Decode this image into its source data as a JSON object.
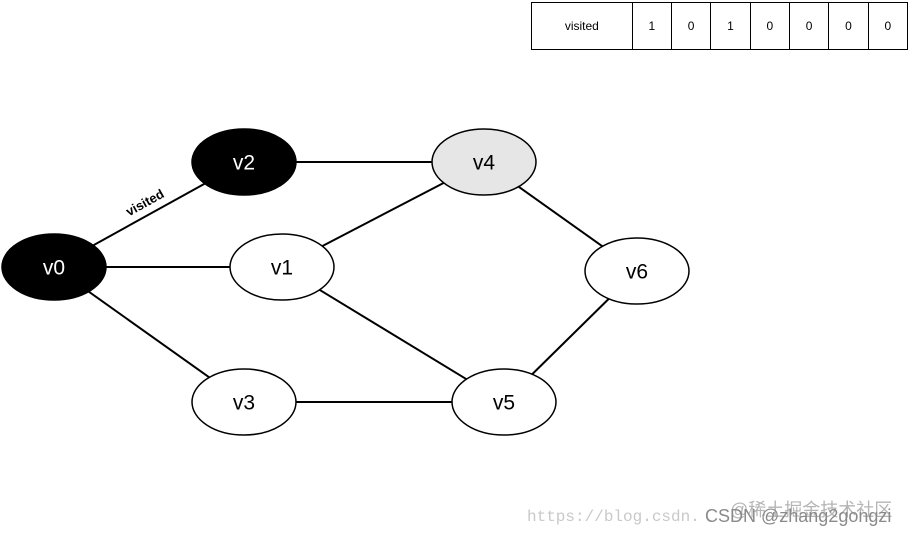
{
  "visited_table": {
    "label": "visited",
    "values": [
      "1",
      "0",
      "1",
      "0",
      "0",
      "0",
      "0"
    ]
  },
  "graph": {
    "nodes": [
      {
        "id": "v0",
        "label": "v0",
        "fill": "#000000",
        "text_color": "#ffffff"
      },
      {
        "id": "v1",
        "label": "v1",
        "fill": "#ffffff",
        "text_color": "#000000"
      },
      {
        "id": "v2",
        "label": "v2",
        "fill": "#000000",
        "text_color": "#ffffff"
      },
      {
        "id": "v3",
        "label": "v3",
        "fill": "#ffffff",
        "text_color": "#000000"
      },
      {
        "id": "v4",
        "label": "v4",
        "fill": "#e6e6e6",
        "text_color": "#000000"
      },
      {
        "id": "v5",
        "label": "v5",
        "fill": "#ffffff",
        "text_color": "#000000"
      },
      {
        "id": "v6",
        "label": "v6",
        "fill": "#ffffff",
        "text_color": "#000000"
      }
    ],
    "edges": [
      {
        "from": "v0",
        "to": "v2",
        "label": "visited"
      },
      {
        "from": "v0",
        "to": "v1",
        "label": ""
      },
      {
        "from": "v0",
        "to": "v3",
        "label": ""
      },
      {
        "from": "v2",
        "to": "v4",
        "label": ""
      },
      {
        "from": "v1",
        "to": "v4",
        "label": ""
      },
      {
        "from": "v1",
        "to": "v5",
        "label": ""
      },
      {
        "from": "v3",
        "to": "v5",
        "label": ""
      },
      {
        "from": "v4",
        "to": "v6",
        "label": ""
      },
      {
        "from": "v6",
        "to": "v5",
        "label": ""
      }
    ]
  },
  "watermarks": {
    "url": "https://blog.csdn.",
    "csdn": "CSDN @zhang2gongzi",
    "juejin": "@稀土掘金技术社区"
  }
}
